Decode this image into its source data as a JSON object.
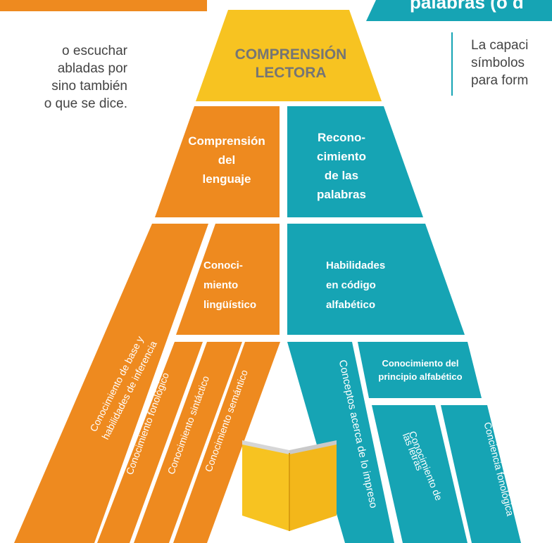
{
  "colors": {
    "orange": "#EE8A1F",
    "teal": "#16A4B4",
    "yellow": "#F7C321",
    "title_text": "#757575",
    "white": "#ffffff"
  },
  "header_left": {
    "label": ""
  },
  "header_right": {
    "label": "palabras (o d"
  },
  "left_text": [
    "o escuchar",
    "abladas por",
    "sino también",
    "o que se dice."
  ],
  "right_text": [
    "La capaci",
    "símbolos",
    "para form"
  ],
  "apex": {
    "lines": [
      "COMPRENSIÓN",
      "LECTORA"
    ]
  },
  "blocks": {
    "comprension_lenguaje": [
      "Comprensión",
      "del",
      "lenguaje"
    ],
    "reconocimiento_palabras": [
      "Recono-",
      "cimiento",
      "de las",
      "palabras"
    ],
    "conocimiento_linguistico": [
      "Conoci-",
      "miento",
      "lingüístico"
    ],
    "habilidades_codigo": [
      "Habilidades",
      "en código",
      "alfabético"
    ],
    "principio_alfabetico": [
      "Conocimiento del",
      "principio alfabético"
    ]
  },
  "strands": {
    "base_inferencia": [
      "Conocimiento de base y",
      "habilidades de inferencia"
    ],
    "fonologico": "Conocimiento fonológico",
    "sintactico": "Conocimiento sintáctico",
    "semantico": "Conocimiento semántico",
    "conceptos_impreso": "Conceptos acerca de lo impreso",
    "letras": [
      "Conocimiento de",
      "las letras"
    ],
    "conciencia_fonologica": "Conciencia fonológica"
  },
  "book_icon": "open-book-icon"
}
